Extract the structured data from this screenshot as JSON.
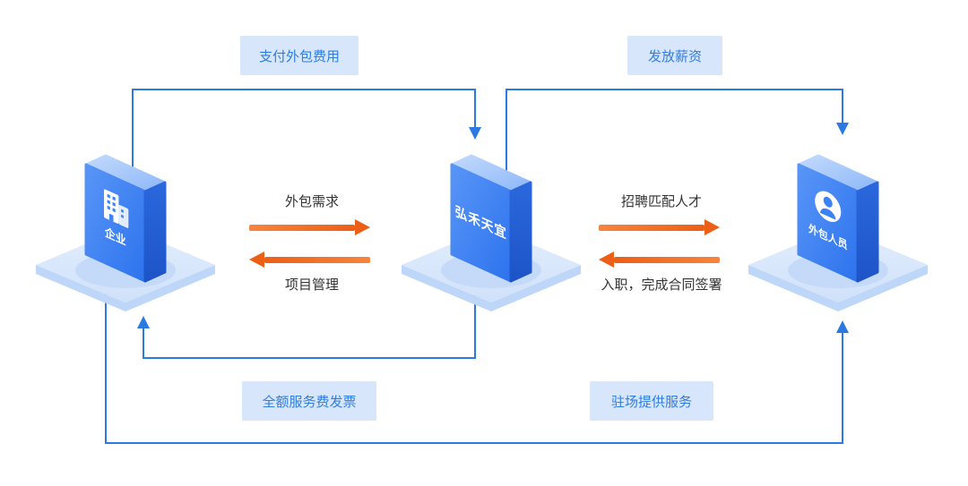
{
  "diagram": {
    "entities": [
      {
        "id": "enterprise",
        "label": "企业",
        "icon": "building-icon"
      },
      {
        "id": "honghe-tianyi",
        "label": "弘禾天宜",
        "icon": ""
      },
      {
        "id": "outsourced-staff",
        "label": "外包人员",
        "icon": "person-icon"
      }
    ],
    "process_labels": {
      "pay_outsourcing_fee": "支付外包费用",
      "pay_salary": "发放薪资",
      "full_service_invoice": "全额服务费发票",
      "onsite_service": "驻场提供服务"
    },
    "exchange_labels": {
      "outsourcing_demand": "外包需求",
      "project_management": "项目管理",
      "recruit_matching_talent": "招聘匹配人才",
      "onboard_sign_contract": "入职，完成合同签署"
    },
    "colors": {
      "connector_blue": "#2a7ae2",
      "label_box_bg": "#d7e6fb",
      "label_box_text": "#2f7de1",
      "arrow_orange": "#ec5f17",
      "cube_front": "#3b82f2",
      "cube_top": "#a5c7fa",
      "cube_side": "#2161d8",
      "platform": "#dbe8fb",
      "text_dark": "#333333"
    }
  }
}
